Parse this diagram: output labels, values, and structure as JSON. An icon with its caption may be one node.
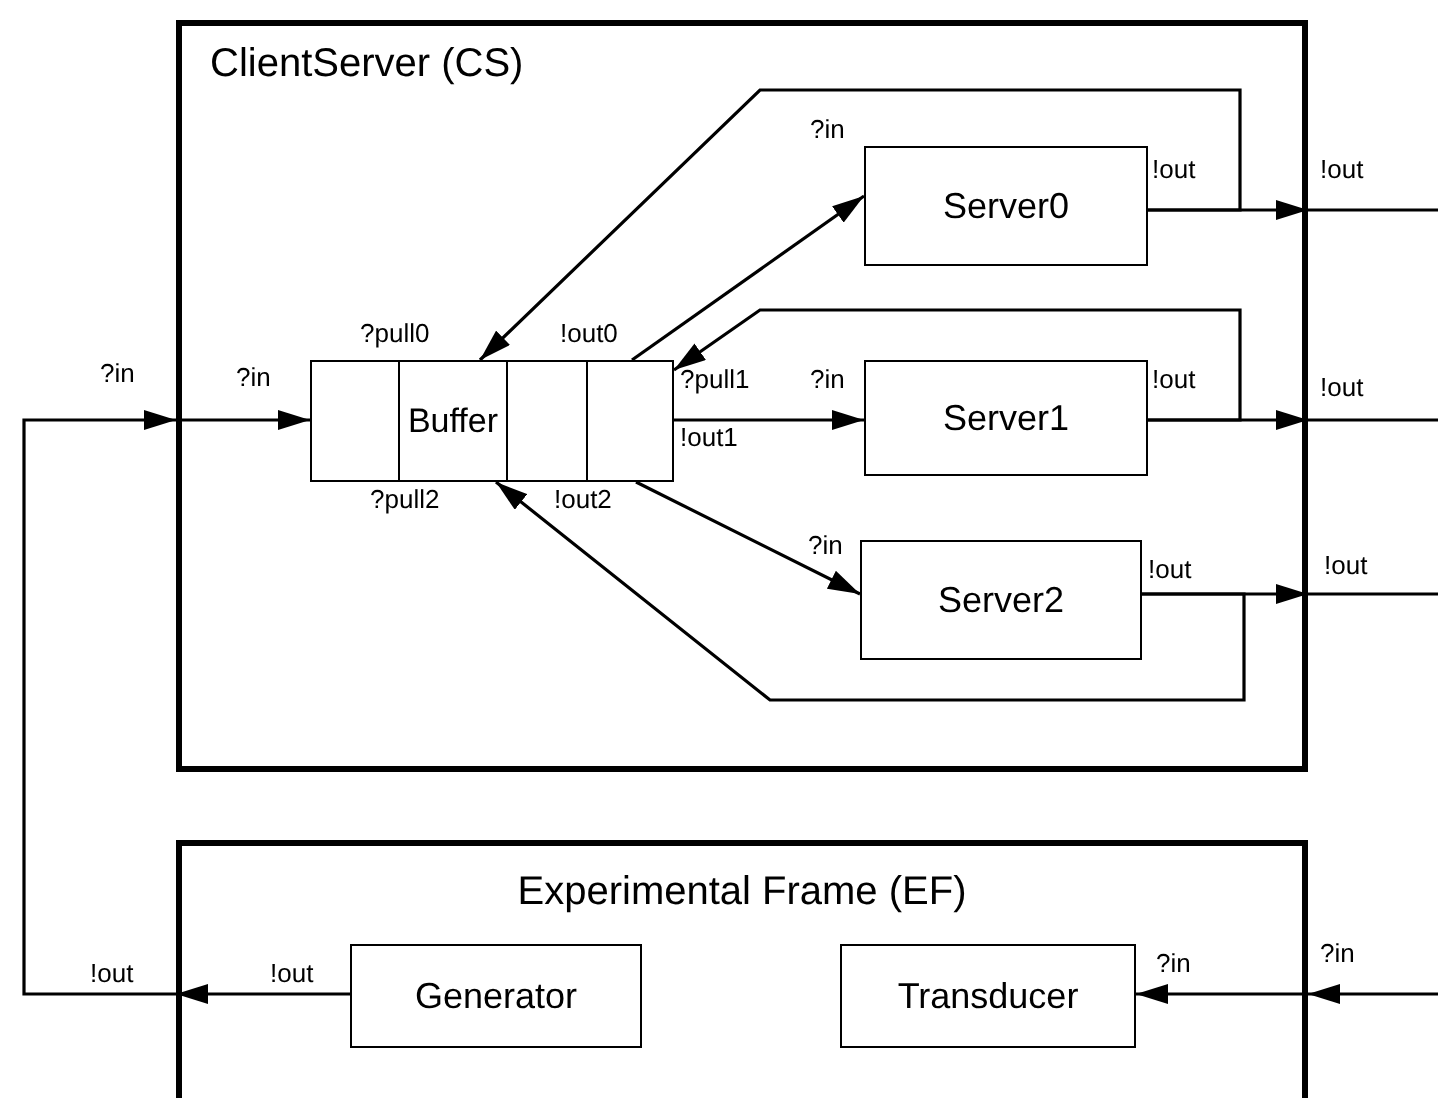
{
  "diagram": {
    "nodes": [
      {
        "text": [
          "ClientServer (CS)"
        ]
      },
      {
        "text": [
          "Buffer"
        ],
        "in": 0
      },
      {
        "text": [
          "Server0"
        ],
        "in": 0
      },
      {
        "text": [
          "Server1"
        ],
        "in": 0
      },
      {
        "text": [
          "Server2"
        ],
        "in": 0
      },
      {
        "text": [
          "Experimental Frame (EF)"
        ]
      },
      {
        "text": [
          "Generator"
        ],
        "in": 5
      },
      {
        "text": [
          "Transducer"
        ],
        "in": 5
      }
    ],
    "edges": [
      {
        "from": 6,
        "to": 5,
        "arrow": "to"
      },
      {
        "from": 5,
        "to": 0,
        "arrow": "to"
      },
      {
        "from": 0,
        "to": 1,
        "arrow": "to"
      },
      {
        "from": 1,
        "to": 2,
        "arrow": "to"
      },
      {
        "from": 1,
        "to": 3,
        "arrow": "to"
      },
      {
        "from": 1,
        "to": 4,
        "arrow": "to"
      },
      {
        "from": 2,
        "to": 1,
        "arrow": "to"
      },
      {
        "from": 2,
        "to": 0,
        "arrow": "to"
      },
      {
        "from": 3,
        "to": 1,
        "arrow": "to"
      },
      {
        "from": 3,
        "to": 0,
        "arrow": "to"
      },
      {
        "from": 4,
        "to": 1,
        "arrow": "to"
      },
      {
        "from": 4,
        "to": 0,
        "arrow": "to"
      },
      {
        "from": 0,
        "to": null,
        "arrow": "none"
      },
      {
        "from": 0,
        "to": null,
        "arrow": "none"
      },
      {
        "from": 0,
        "to": null,
        "arrow": "none"
      },
      {
        "from": null,
        "to": 5,
        "arrow": "to"
      },
      {
        "from": 5,
        "to": 7,
        "arrow": "to"
      }
    ],
    "labels": [
      "?in",
      "!out",
      "!out",
      "?pull0",
      "!out0",
      "?in",
      "?in",
      "?pull1",
      "?in",
      "!out",
      "!out",
      "!out1",
      "?pull2",
      "!out2",
      "?in",
      "!out",
      "!out",
      "?in",
      "!out",
      "!out",
      "?in"
    ]
  }
}
